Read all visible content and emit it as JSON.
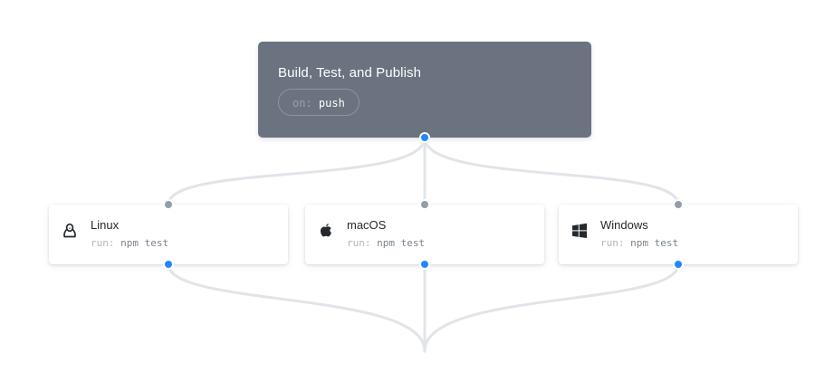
{
  "workflow": {
    "title": "Build, Test, and Publish",
    "event": {
      "key": "on:",
      "value": "push"
    }
  },
  "jobs": [
    {
      "name": "Linux",
      "icon": "linux-penguin-icon",
      "cmd_key": "run:",
      "cmd_value": "npm test"
    },
    {
      "name": "macOS",
      "icon": "apple-icon",
      "cmd_key": "run:",
      "cmd_value": "npm test"
    },
    {
      "name": "Windows",
      "icon": "windows-icon",
      "cmd_key": "run:",
      "cmd_value": "npm test"
    }
  ],
  "colors": {
    "trigger_bg": "#6a737f",
    "connector": "#e1e4e8",
    "port_out": "#2188ff",
    "port_in": "#959da5"
  }
}
